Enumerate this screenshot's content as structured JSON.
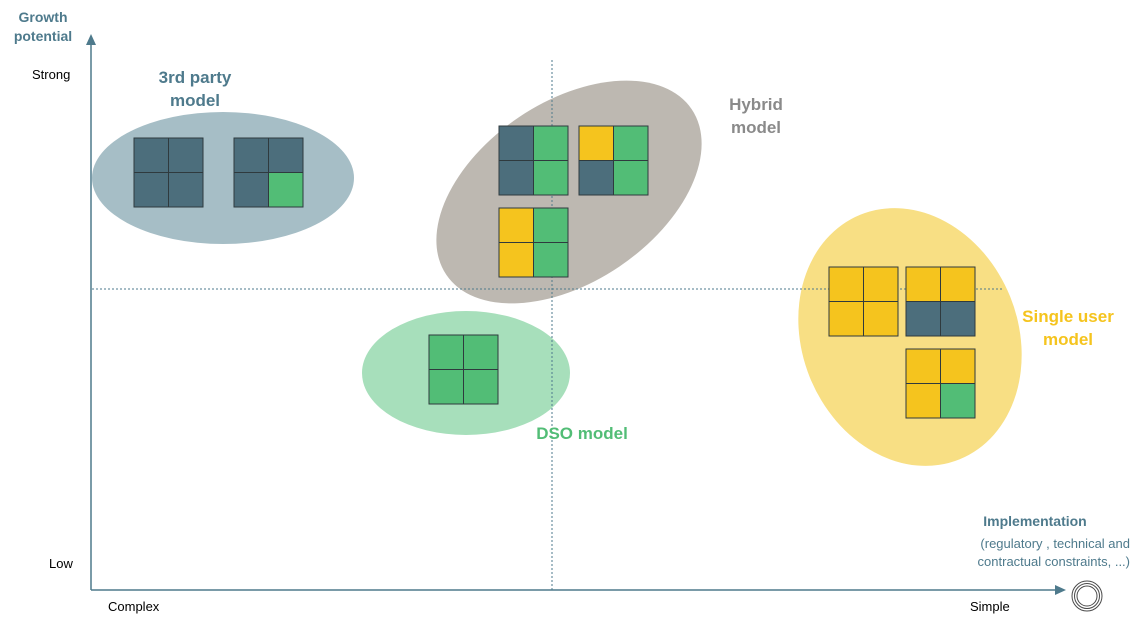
{
  "colors": {
    "blue": "#4c6e7c",
    "green": "#52bd76",
    "yellow": "#f5c41e",
    "ellipse_third_party": "#a6bec6",
    "ellipse_hybrid": "#bdb8b1",
    "ellipse_dso": "#a7dfbb",
    "ellipse_single": "#f8df84",
    "axis": "#4e7a8c",
    "title_third_party": "#4e7a8c",
    "title_hybrid": "#8a8a8a",
    "title_dso": "#52bd76",
    "title_single": "#f5c41e"
  },
  "axes": {
    "y_title_line1": "Growth",
    "y_title_line2": "potential",
    "y_high": "Strong",
    "y_low": "Low",
    "x_low": "Complex",
    "x_high": "Simple",
    "x_title": "Implementation",
    "x_subtitle_line1": "(regulatory , technical and",
    "x_subtitle_line2": "contractual constraints, ...)"
  },
  "models": {
    "third_party": {
      "line1": "3rd party",
      "line2": "model"
    },
    "hybrid": {
      "line1": "Hybrid",
      "line2": "model"
    },
    "dso": {
      "line1": "DSO model"
    },
    "single_user": {
      "line1": "Single user",
      "line2": "model"
    }
  },
  "groups": [
    {
      "key": "third_party",
      "grids": [
        [
          "blue",
          "blue",
          "blue",
          "blue"
        ],
        [
          "blue",
          "blue",
          "blue",
          "green"
        ]
      ]
    },
    {
      "key": "hybrid",
      "grids": [
        [
          "blue",
          "green",
          "blue",
          "green"
        ],
        [
          "yellow",
          "green",
          "blue",
          "green"
        ],
        [
          "yellow",
          "green",
          "yellow",
          "green"
        ]
      ]
    },
    {
      "key": "dso",
      "grids": [
        [
          "green",
          "green",
          "green",
          "green"
        ]
      ]
    },
    {
      "key": "single_user",
      "grids": [
        [
          "yellow",
          "yellow",
          "yellow",
          "yellow"
        ],
        [
          "yellow",
          "yellow",
          "blue",
          "blue"
        ],
        [
          "yellow",
          "yellow",
          "yellow",
          "green"
        ]
      ]
    }
  ]
}
